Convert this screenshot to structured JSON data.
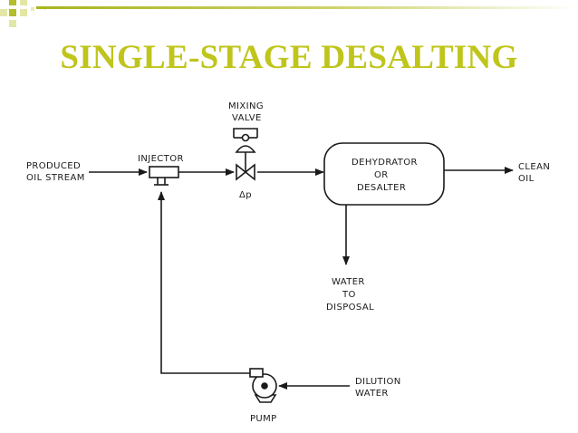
{
  "slide": {
    "title": "SINGLE-STAGE DESALTING",
    "title_color": "#bfc51a",
    "accent_color": "#a8b41e"
  },
  "diagram": {
    "produced_line1": "PRODUCED",
    "produced_line2": "OIL STREAM",
    "injector": "INJECTOR",
    "mixing_line1": "MIXING",
    "mixing_line2": "VALVE",
    "delta_p": "Δp",
    "vessel_line1": "DEHYDRATOR",
    "vessel_line2": "OR",
    "vessel_line3": "DESALTER",
    "clean_line1": "CLEAN",
    "clean_line2": "OIL",
    "water_line1": "WATER",
    "water_line2": "TO",
    "water_line3": "DISPOSAL",
    "dilution_line1": "DILUTION",
    "dilution_line2": "WATER",
    "pump": "PUMP",
    "line_color": "#1a1a1a"
  }
}
